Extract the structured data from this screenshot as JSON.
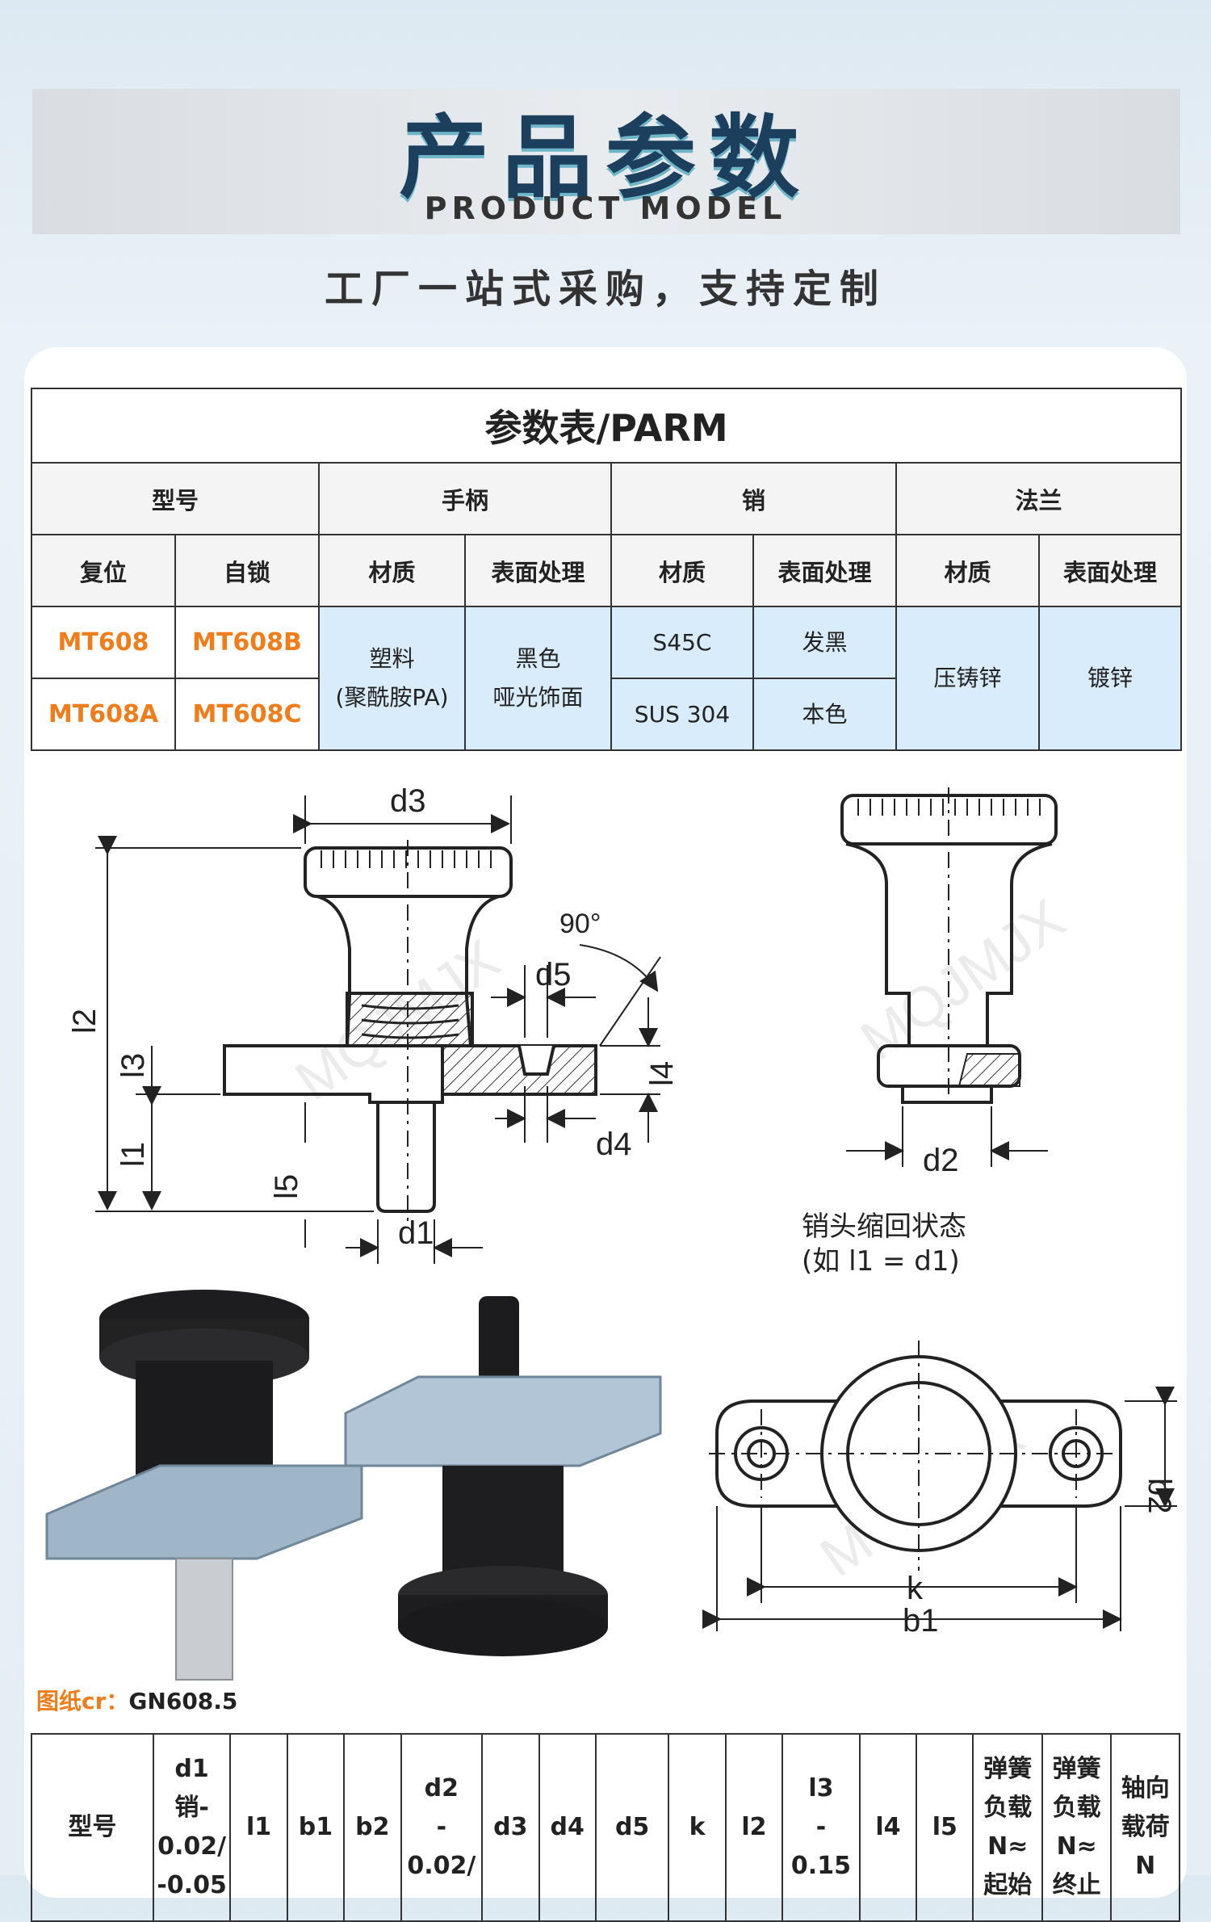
{
  "header": {
    "title": "产品参数",
    "subtitle": "PRODUCT MODEL",
    "slogan": "工厂一站式采购，支持定制"
  },
  "param_table": {
    "caption": "参数表/PARM",
    "groups": [
      "型号",
      "手柄",
      "销",
      "法兰"
    ],
    "sub_headers": [
      "复位",
      "自锁",
      "材质",
      "表面处理",
      "材质",
      "表面处理",
      "材质",
      "表面处理"
    ],
    "models": {
      "reset_1": "MT608",
      "lock_1": "MT608B",
      "reset_2": "MT608A",
      "lock_2": "MT608C"
    },
    "handle_material": "塑料\n(聚酰胺PA)",
    "handle_surface": "黑色\n哑光饰面",
    "pin_material_1": "S45C",
    "pin_surface_1": "发黑",
    "pin_material_2": "SUS 304",
    "pin_surface_2": "本色",
    "flange_material": "压铸锌",
    "flange_surface": "镀锌"
  },
  "drawing": {
    "labels": {
      "d3": "d3",
      "d5": "d5",
      "d4": "d4",
      "d1": "d1",
      "d2": "d2",
      "l1": "l1",
      "l2": "l2",
      "l3": "l3",
      "l4": "l4",
      "l5": "l5",
      "angle": "90°",
      "k": "k",
      "b1": "b1",
      "b2": "b2"
    },
    "retracted_caption_1": "销头缩回状态",
    "retracted_caption_2": "(如 l1 = d1)",
    "watermark": "MQJMJX"
  },
  "drawing_note": {
    "label": "图纸cr：",
    "value": "GN608.5"
  },
  "dim_table": {
    "headers": [
      "型号",
      "d1\n销-\n0.02/\n-0.05",
      "l1",
      "b1",
      "b2",
      "d2\n-\n0.02/",
      "d3",
      "d4",
      "d5",
      "k",
      "l2",
      "l3\n-\n0.15",
      "l4",
      "l5",
      "弹簧\n负载\nN≈\n起始",
      "弹簧\n负载\nN≈\n终止",
      "轴向\n载荷\nN"
    ]
  }
}
